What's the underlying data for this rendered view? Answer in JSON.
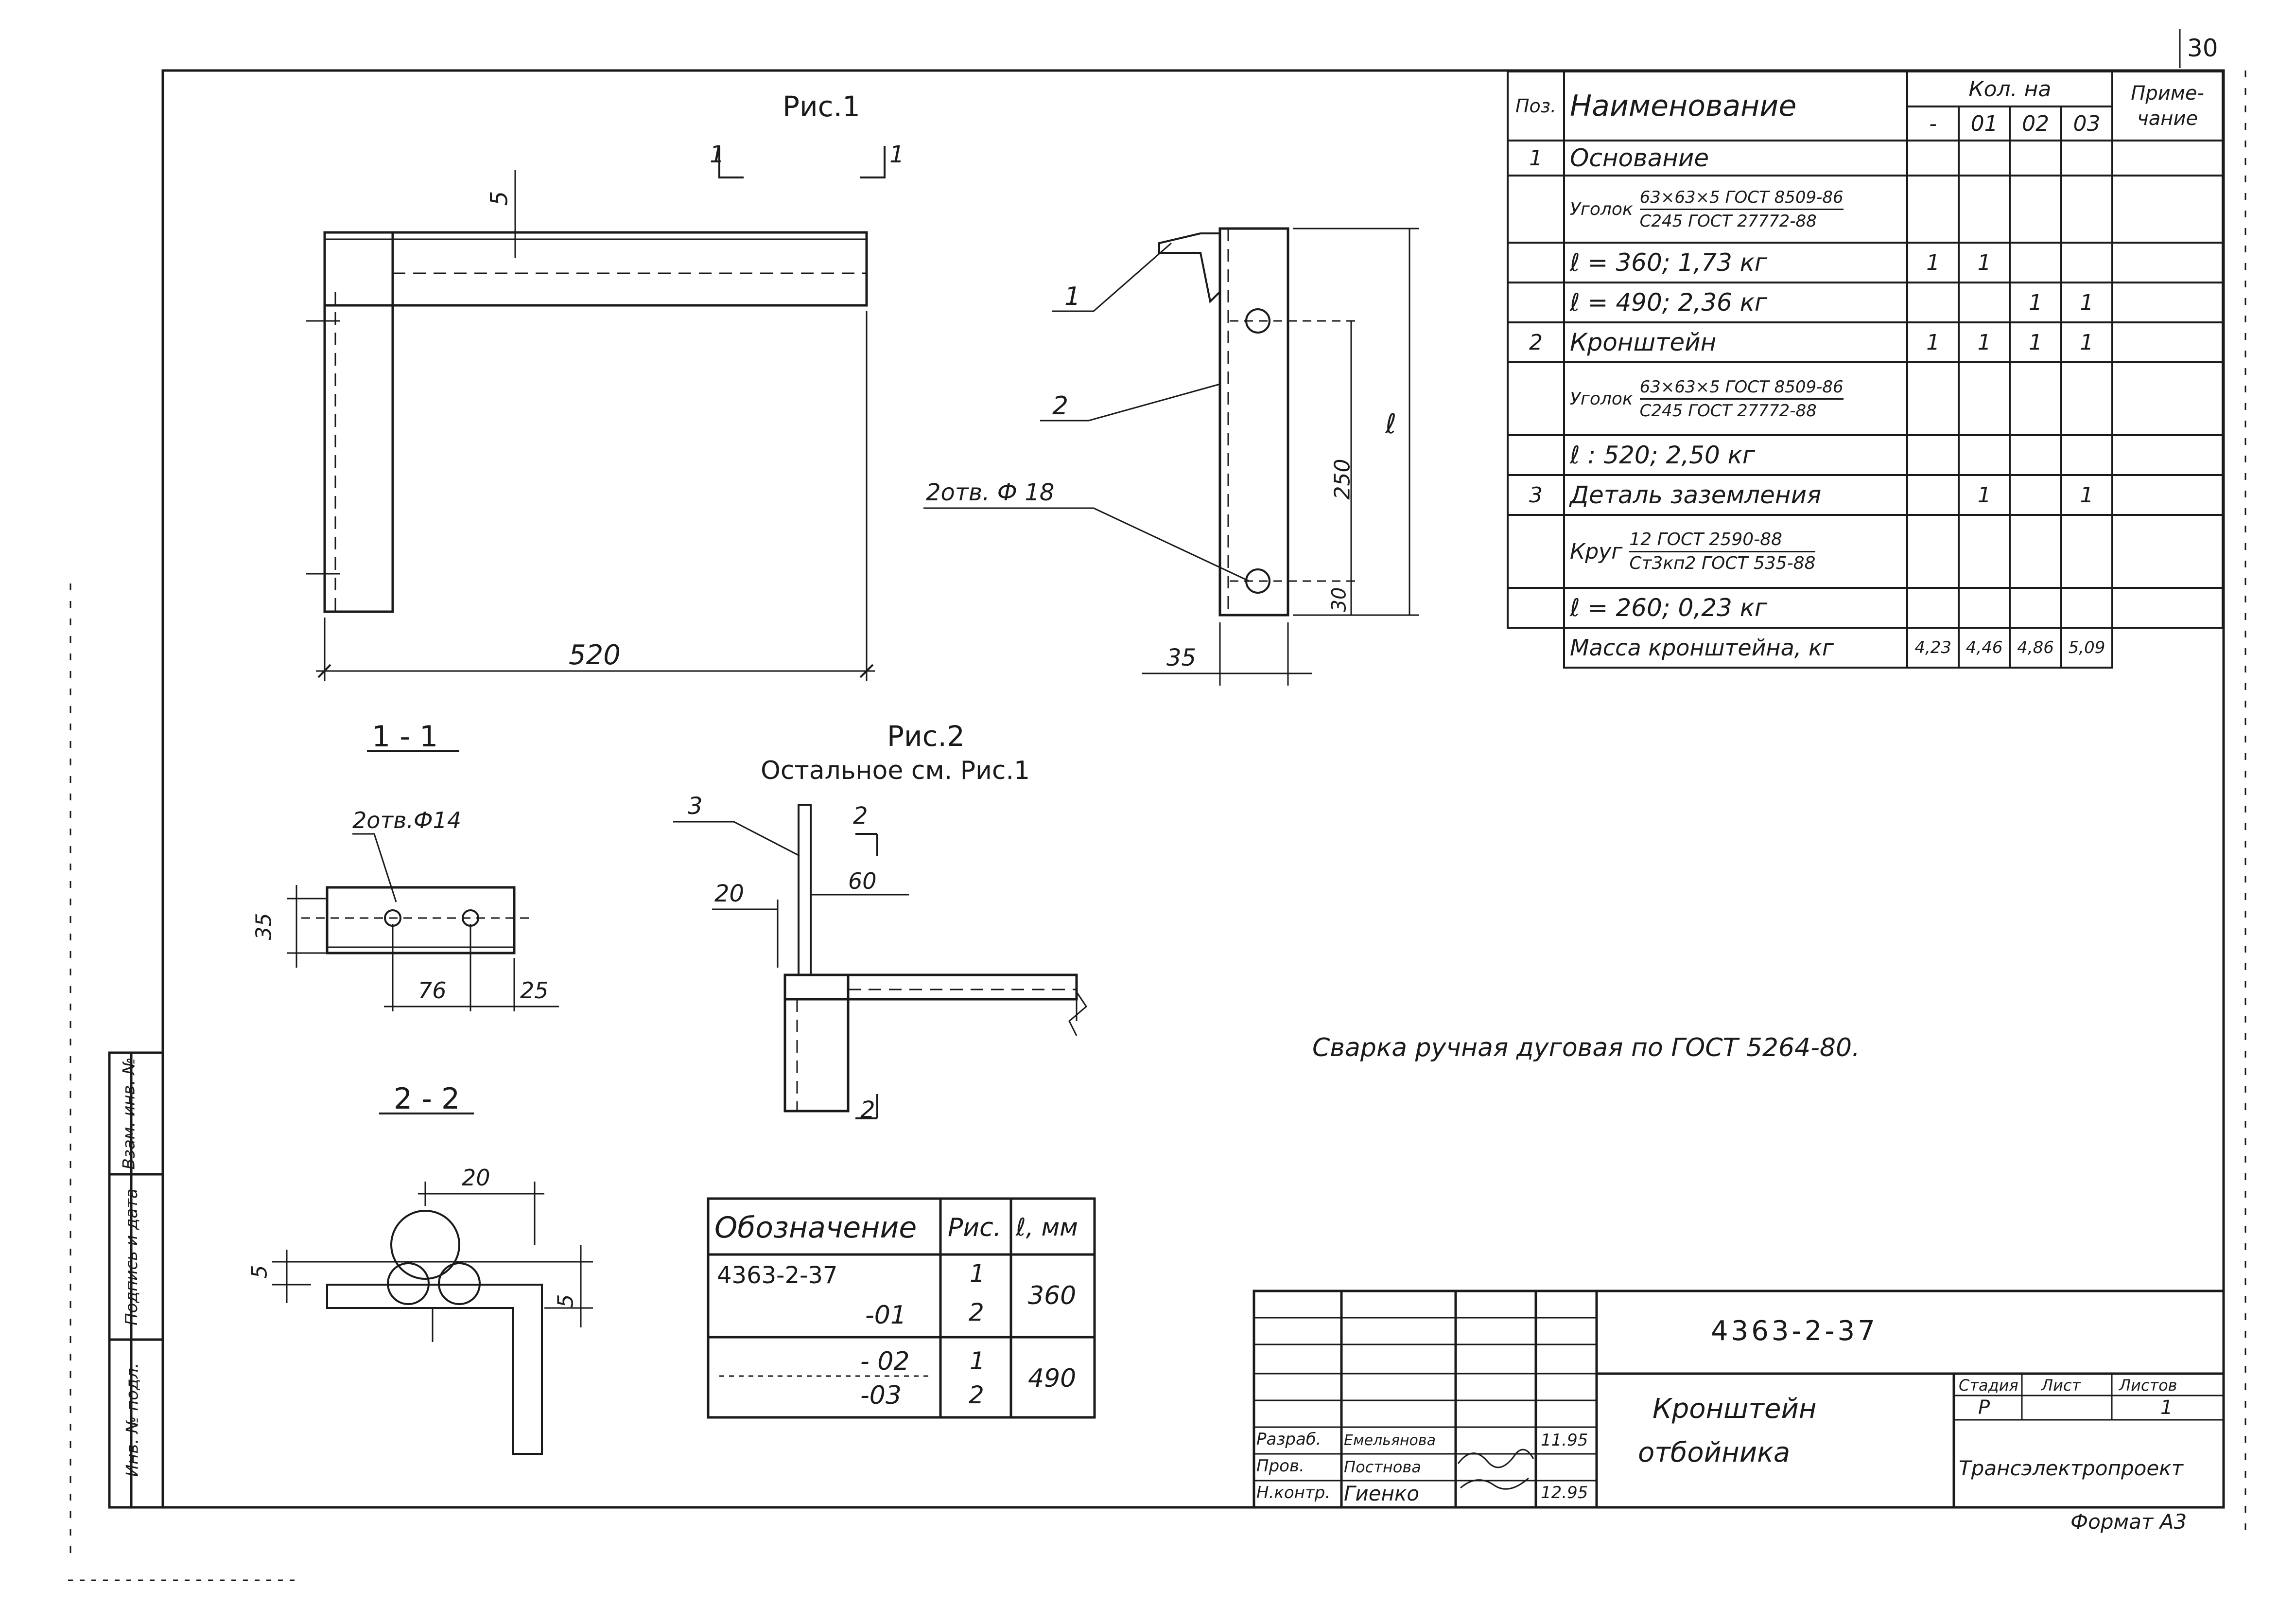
{
  "sheet_number": "30",
  "format": "Формат А3",
  "figure1": {
    "title": "Рис.1",
    "section_mark": "1",
    "dim_520": "520",
    "dim_5": "5",
    "callout_1": "1",
    "callout_2": "2",
    "callout_holes": "2отв. Ф 18",
    "dim_250": "250",
    "dim_30": "30",
    "dim_35": "35",
    "dim_l": "ℓ"
  },
  "section_1_1": {
    "title": "1 - 1",
    "holes": "2отв.Ф14",
    "dim_35": "35",
    "dim_76": "76",
    "dim_25": "25"
  },
  "figure2": {
    "title": "Рис.2",
    "subtitle": "Остальное см. Рис.1",
    "callout_3": "3",
    "dim_2": "2",
    "dim_20": "20",
    "dim_60": "60",
    "section_mark": "2"
  },
  "section_2_2": {
    "title": "2 - 2",
    "dim_20": "20",
    "dim_5_left": "5",
    "dim_5_right": "5"
  },
  "welding_note": "Сварка ручная дуговая по ГОСТ 5264-80.",
  "variants_table": {
    "headers": [
      "Обозначение",
      "Рис.",
      "ℓ, мм"
    ],
    "rows": [
      {
        "designation": "4363-2-37",
        "fig": "1",
        "length": "360"
      },
      {
        "designation": "-01",
        "fig": "2",
        "length": ""
      },
      {
        "designation": "- 02",
        "fig": "1",
        "length": "490"
      },
      {
        "designation": "-03",
        "fig": "2",
        "length": ""
      }
    ]
  },
  "spec_table": {
    "headers": {
      "pos": "Поз.",
      "name": "Наименование",
      "qty": "Кол. на",
      "qty_cols": [
        "-",
        "01",
        "02",
        "03"
      ],
      "note": "Приме-чание"
    },
    "rows": [
      {
        "pos": "1",
        "name": "Основание",
        "q": [
          "",
          "",
          "",
          ""
        ]
      },
      {
        "pos": "",
        "name": "Уголок",
        "sub1": "63×63×5 ГОСТ 8509-86",
        "sub2": "С245 ГОСТ 27772-88",
        "q": [
          "",
          "",
          "",
          ""
        ]
      },
      {
        "pos": "",
        "name": "ℓ = 360; 1,73 кг",
        "q": [
          "1",
          "1",
          "",
          ""
        ]
      },
      {
        "pos": "",
        "name": "ℓ = 490; 2,36 кг",
        "q": [
          "",
          "",
          "1",
          "1"
        ]
      },
      {
        "pos": "2",
        "name": "Кронштейн",
        "q": [
          "1",
          "1",
          "1",
          "1"
        ]
      },
      {
        "pos": "",
        "name": "Уголок",
        "sub1": "63×63×5 ГОСТ 8509-86",
        "sub2": "С245 ГОСТ 27772-88",
        "q": [
          "",
          "",
          "",
          ""
        ]
      },
      {
        "pos": "",
        "name": "ℓ : 520; 2,50 кг",
        "q": [
          "",
          "",
          "",
          ""
        ]
      },
      {
        "pos": "3",
        "name": "Деталь заземления",
        "q": [
          "",
          "1",
          "",
          "1"
        ]
      },
      {
        "pos": "",
        "name": "Круг",
        "sub1": "12 ГОСТ 2590-88",
        "sub2": "Ст3кп2 ГОСТ 535-88",
        "q": [
          "",
          "",
          "",
          ""
        ]
      },
      {
        "pos": "",
        "name": "ℓ = 260; 0,23 кг",
        "q": [
          "",
          "",
          "",
          ""
        ]
      },
      {
        "pos": "",
        "name": "Масса кронштейна, кг",
        "q": [
          "4,23",
          "4,46",
          "4,86",
          "5,09"
        ]
      }
    ]
  },
  "title_block": {
    "doc_number": "4363-2-37",
    "title_line1": "Кронштейн",
    "title_line2": "отбойника",
    "stage_label": "Стадия",
    "sheet_label": "Лист",
    "sheets_label": "Листов",
    "stage": "Р",
    "sheet": "",
    "sheets": "1",
    "organization": "Трансэлектропроект",
    "signers": [
      {
        "role": "Разраб.",
        "name": "Емельянова",
        "date": "11.95"
      },
      {
        "role": "Пров.",
        "name": "Постнова",
        "date": ""
      },
      {
        "role": "Н.контр.",
        "name": "Гиенко",
        "date": "12.95"
      }
    ]
  },
  "side_stamp": [
    "Инв. № подл.",
    "Подпись и дата",
    "Взам. инв. №"
  ]
}
